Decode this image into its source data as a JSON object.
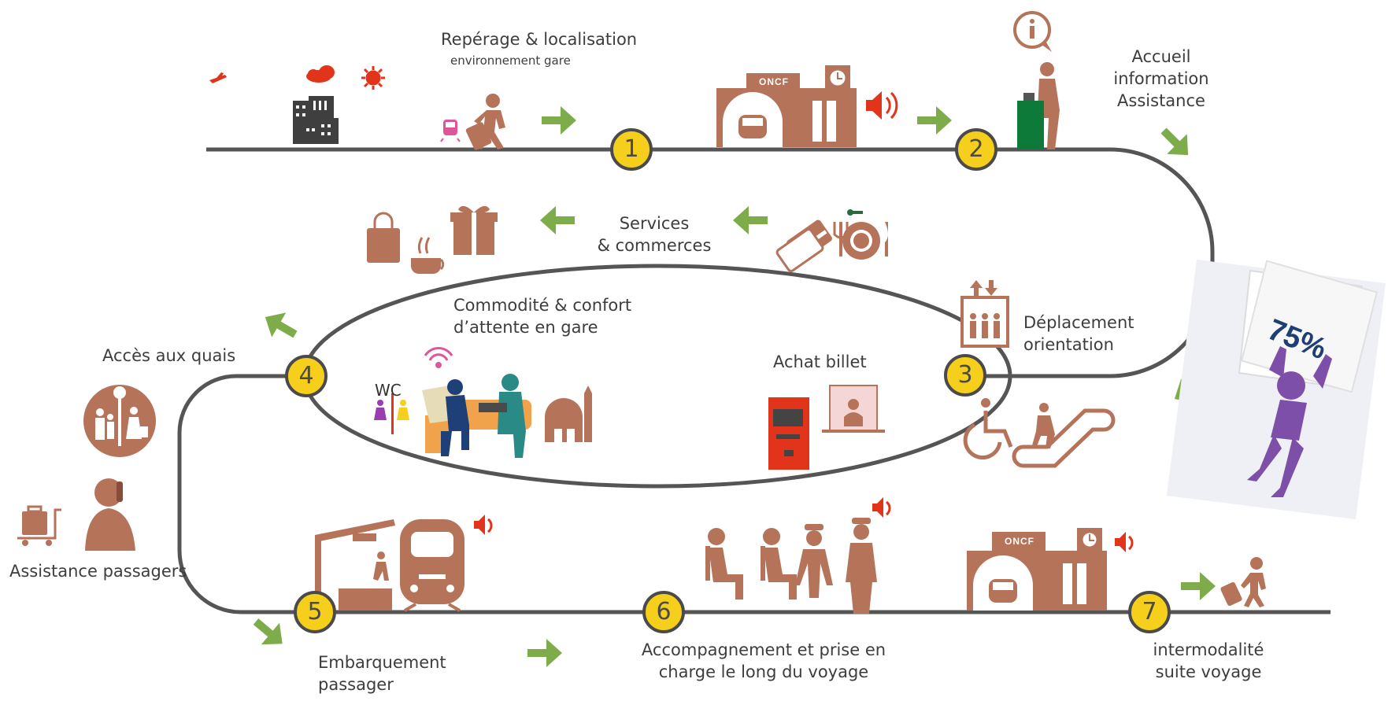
{
  "colors": {
    "brown": "#b5735a",
    "track": "#555555",
    "green": "#7fac4b",
    "yellow": "#f5cf1c",
    "red": "#e2341a",
    "kiosk_green": "#0e7a3a",
    "purple": "#7e4fa8",
    "navy": "#1d3f73"
  },
  "steps": [
    "1",
    "2",
    "3",
    "4",
    "5",
    "6",
    "7"
  ],
  "labels": {
    "reperage_line1": "Repérage & localisation",
    "reperage_line2": "environnement gare",
    "accueil_line1": "Accueil",
    "accueil_line2": "information",
    "accueil_line3": "Assistance",
    "services_line1": "Services",
    "services_line2": "& commerces",
    "commodite_line1": "Commodité & confort",
    "commodite_line2": "d’attente en gare",
    "achat": "Achat billet",
    "deplacement_line1": "Déplacement",
    "deplacement_line2": "orientation",
    "acces": "Accès aux quais",
    "assistance": "Assistance passagers",
    "embarquement_line1": "Embarquement",
    "embarquement_line2": "passager",
    "accompagnement_line1": "Accompagnement et prise en",
    "accompagnement_line2": "charge  le long du voyage",
    "intermodalite_line1": "intermodalité",
    "intermodalite_line2": "suite voyage",
    "wc": "WC",
    "oncf_top": "ONCF",
    "oncf_bottom": "ONCF"
  },
  "progress_sign": {
    "text": "75%",
    "value_percent": 75
  },
  "icons": [
    "plane-icon",
    "cloud-icon",
    "sun-icon",
    "city-buildings-icon",
    "tram-icon",
    "traveler-with-luggage-icon",
    "station-building-icon",
    "clock-icon",
    "speaker-icon",
    "info-bubble-icon",
    "info-desk-agent-icon",
    "shopping-bag-icon",
    "coffee-cup-icon",
    "gift-icon",
    "credit-card-icon",
    "restaurant-icon",
    "wifi-icon",
    "toilet-icon",
    "waiting-passengers-icon",
    "mosque-icon",
    "ticket-machine-icon",
    "ticket-counter-icon",
    "elevator-icon",
    "wheelchair-icon",
    "escalator-icon",
    "platform-access-sign-icon",
    "luggage-cart-icon",
    "phone-assistance-icon",
    "train-platform-icon",
    "train-icon",
    "seated-passengers-icon",
    "conductor-icon",
    "direction-arrow-icon",
    "purple-figure-icon"
  ]
}
